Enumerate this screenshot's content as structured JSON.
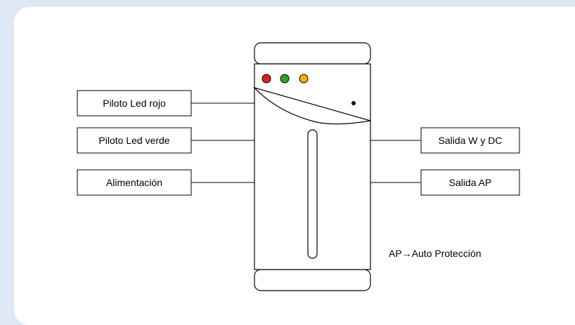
{
  "diagram": {
    "labels": {
      "led_red": "Piloto Led rojo",
      "led_green": "Piloto Led verde",
      "power": "Alimentación",
      "output_wdc": "Salida W y DC",
      "output_ap": "Salida AP",
      "note": "AP→Auto Protección"
    },
    "colors": {
      "led_red": "#e02020",
      "led_green": "#30a030",
      "led_yellow": "#f0b000",
      "stroke": "#000000",
      "background": "#dde8f4"
    }
  }
}
